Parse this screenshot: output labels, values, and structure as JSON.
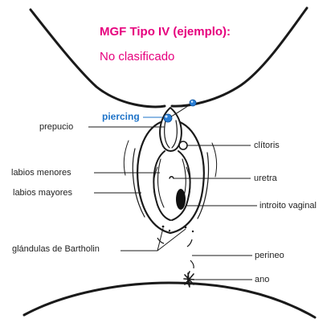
{
  "colors": {
    "heading": "#e6007e",
    "piercing": "#1e73c8",
    "line": "#1a1a1a"
  },
  "heading": {
    "title": "MGF Tipo IV (ejemplo):",
    "subtitle": "No clasificado"
  },
  "labels": {
    "piercing": "piercing",
    "prepucio": "prepucio",
    "clitoris": "clítoris",
    "labios_menores": "labios menores",
    "uretra": "uretra",
    "labios_mayores": "labios mayores",
    "introito_vaginal": "introito vaginal",
    "glandulas_bartholin": "glándulas de Bartholin",
    "perineo": "perineo",
    "ano": "ano"
  },
  "icons": {
    "piercing_beads": "blue-bead-icon"
  }
}
